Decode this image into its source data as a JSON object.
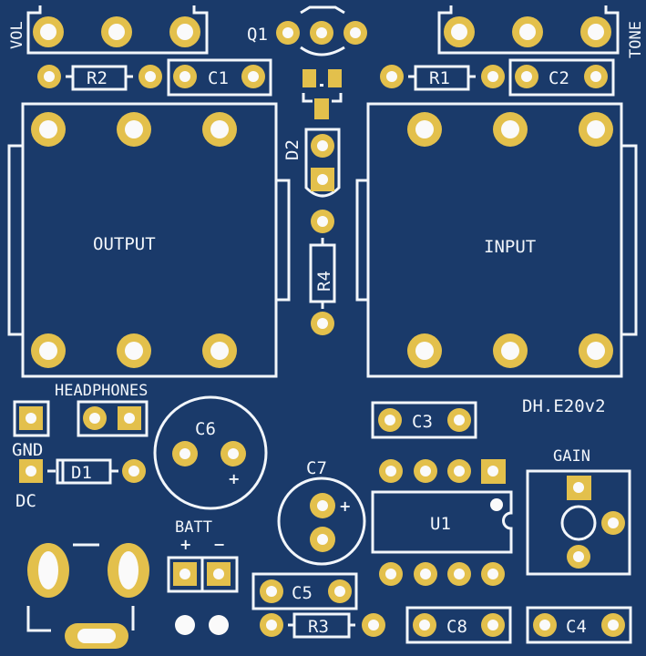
{
  "board": {
    "name": "DH.E20v2",
    "background_color": "#1a3a6a",
    "pad_color": "#e3c04c",
    "silkscreen_color": "#f2f6fb"
  },
  "labels": {
    "vol": "VOL",
    "tone": "TONE",
    "q1": "Q1",
    "r1": "R1",
    "r2": "R2",
    "r3": "R3",
    "r4": "R4",
    "c1": "C1",
    "c2": "C2",
    "c3": "C3",
    "c4": "C4",
    "c5": "C5",
    "c6": "C6",
    "c7": "C7",
    "c8": "C8",
    "d1": "D1",
    "d2": "D2",
    "u1": "U1",
    "output": "OUTPUT",
    "input": "INPUT",
    "headphones": "HEADPHONES",
    "gnd": "GND",
    "dc": "DC",
    "batt": "BATT",
    "batt_plus": "+",
    "batt_minus": "−",
    "gain": "GAIN",
    "board_id": "DH.E20v2",
    "c6_polarity": "+",
    "c7_polarity": "+"
  }
}
